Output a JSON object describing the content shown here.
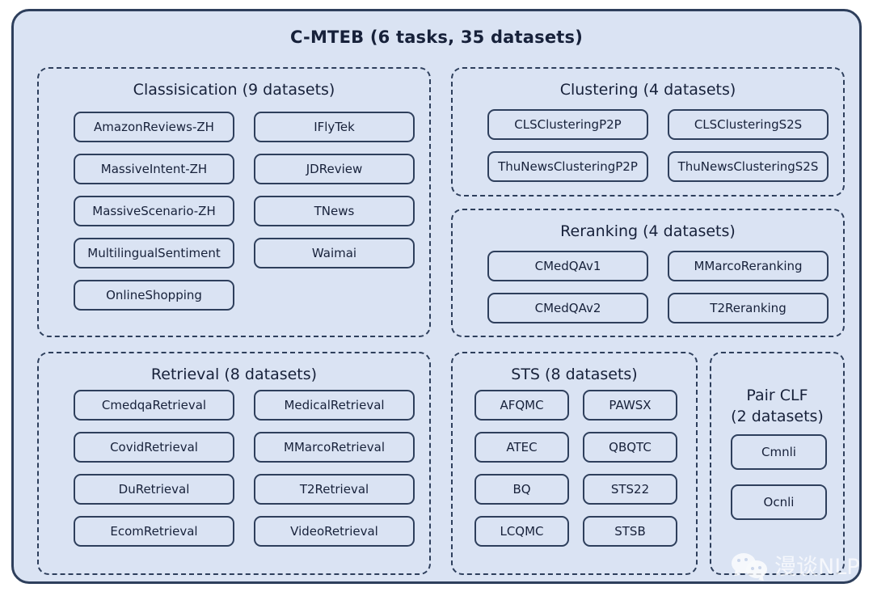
{
  "suite": {
    "title": "C-MTEB (6 tasks, 35 datasets)"
  },
  "watermark": {
    "text": "漫谈NLP",
    "logo": "wechat-icon"
  },
  "groups": [
    {
      "id": "classification",
      "title": "Classisication (9 datasets)",
      "name": "Classification",
      "dataset_count": 9,
      "columns": 2,
      "datasets": [
        "AmazonReviews-ZH",
        "IFlyTek",
        "MassiveIntent-ZH",
        "JDReview",
        "MassiveScenario-ZH",
        "TNews",
        "MultilingualSentiment",
        "Waimai",
        "OnlineShopping"
      ]
    },
    {
      "id": "clustering",
      "title": "Clustering (4 datasets)",
      "name": "Clustering",
      "dataset_count": 4,
      "columns": 2,
      "datasets": [
        "CLSClusteringP2P",
        "CLSClusteringS2S",
        "ThuNewsClusteringP2P",
        "ThuNewsClusteringS2S"
      ]
    },
    {
      "id": "reranking",
      "title": "Reranking (4 datasets)",
      "name": "Reranking",
      "dataset_count": 4,
      "columns": 2,
      "datasets": [
        "CMedQAv1",
        "MMarcoReranking",
        "CMedQAv2",
        "T2Reranking"
      ]
    },
    {
      "id": "retrieval",
      "title": "Retrieval (8 datasets)",
      "name": "Retrieval",
      "dataset_count": 8,
      "columns": 2,
      "datasets": [
        "CmedqaRetrieval",
        "MedicalRetrieval",
        "CovidRetrieval",
        "MMarcoRetrieval",
        "DuRetrieval",
        "T2Retrieval",
        "EcomRetrieval",
        "VideoRetrieval"
      ]
    },
    {
      "id": "sts",
      "title": "STS (8 datasets)",
      "name": "STS",
      "dataset_count": 8,
      "columns": 2,
      "datasets": [
        "AFQMC",
        "PAWSX",
        "ATEC",
        "QBQTC",
        "BQ",
        "STS22",
        "LCQMC",
        "STSB"
      ]
    },
    {
      "id": "pairclf",
      "title": "Pair CLF\n(2 datasets)",
      "name": "Pair CLF",
      "dataset_count": 2,
      "columns": 1,
      "datasets": [
        "Cmnli",
        "Ocnli"
      ]
    }
  ],
  "colors": {
    "background": "#dae3f3",
    "border": "#2e3f5c",
    "text": "#17213a",
    "page": "#ffffff"
  }
}
